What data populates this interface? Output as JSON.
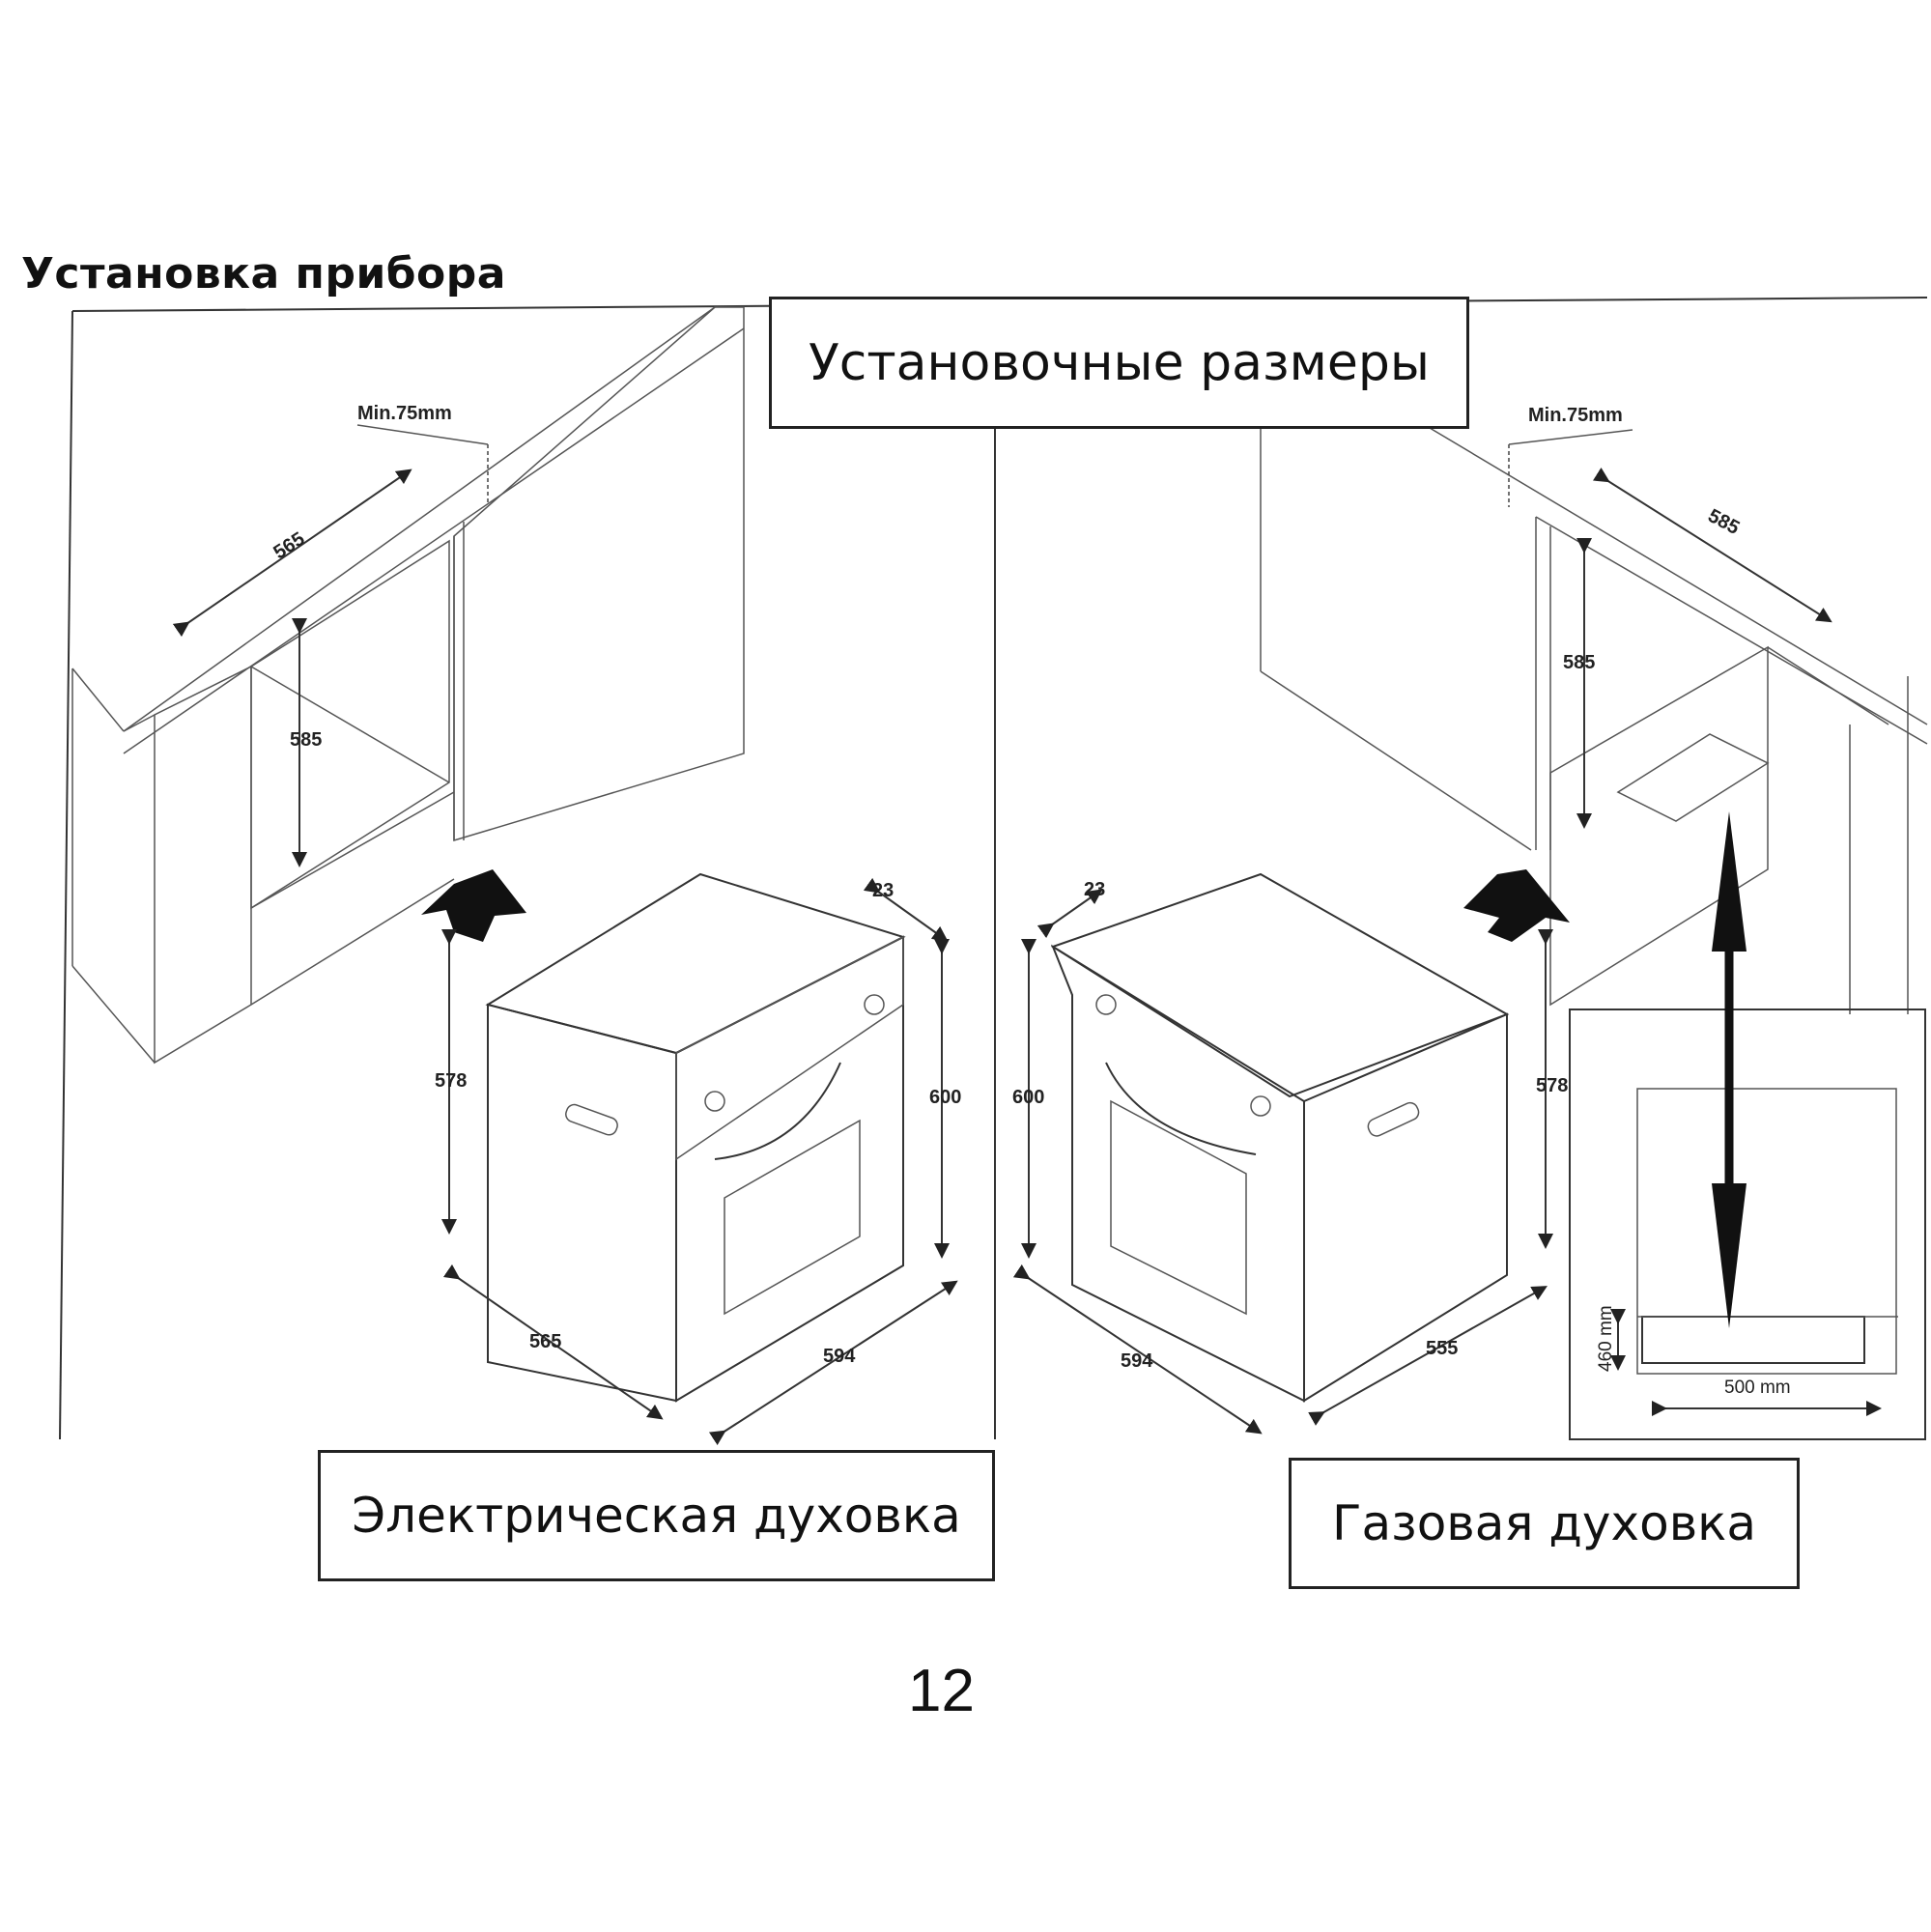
{
  "section_title": "Установка прибора",
  "main_title": "Установочные размеры",
  "electric": {
    "label": "Электрическая духовка",
    "niche": {
      "min_gap": "Min.75mm",
      "depth": "565",
      "height": "585"
    },
    "oven": {
      "depth": "565",
      "width": "594",
      "height": "578",
      "front_height": "600",
      "offset": "23"
    }
  },
  "gas": {
    "label": "Газовая духовка",
    "niche": {
      "min_gap": "Min.75mm",
      "depth": "585",
      "height": "585"
    },
    "oven": {
      "depth": "555",
      "width": "594",
      "height": "578",
      "front_height": "600",
      "offset": "23"
    },
    "vent": {
      "width": "500 mm",
      "height": "460 mm"
    }
  },
  "page_number": "12"
}
